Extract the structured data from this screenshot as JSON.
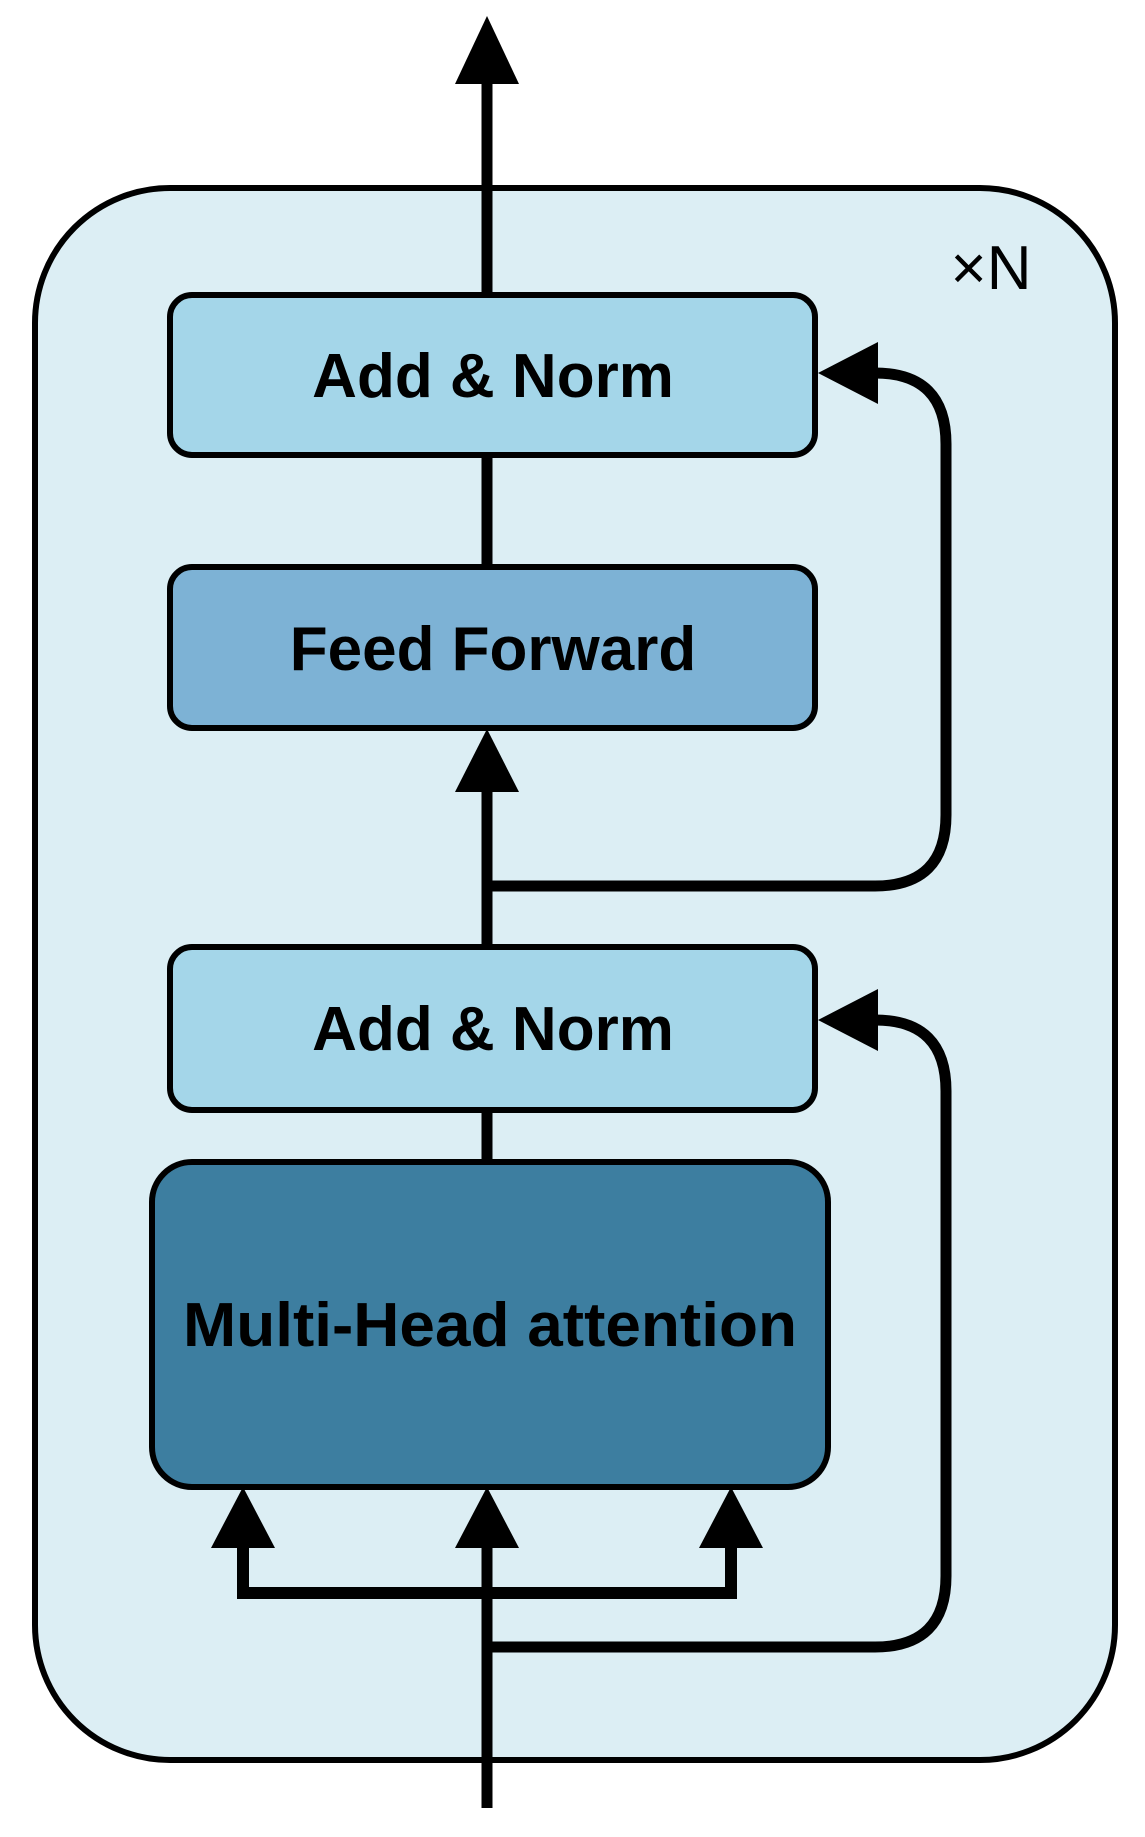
{
  "diagram": {
    "repeat_label": "×N",
    "blocks": [
      {
        "id": "add-norm-top",
        "label": "Add & Norm"
      },
      {
        "id": "feed-forward",
        "label": "Feed Forward"
      },
      {
        "id": "add-norm-bottom",
        "label": "Add & Norm"
      },
      {
        "id": "multi-head-attention",
        "label": "Multi-Head attention"
      }
    ]
  },
  "colors": {
    "background": "#ffffff",
    "container_fill": "#dceef4",
    "add_norm_fill": "#a4d6e9",
    "feed_forward_fill": "#7db2d5",
    "attention_fill": "#3d7ea0",
    "line": "#000000"
  }
}
